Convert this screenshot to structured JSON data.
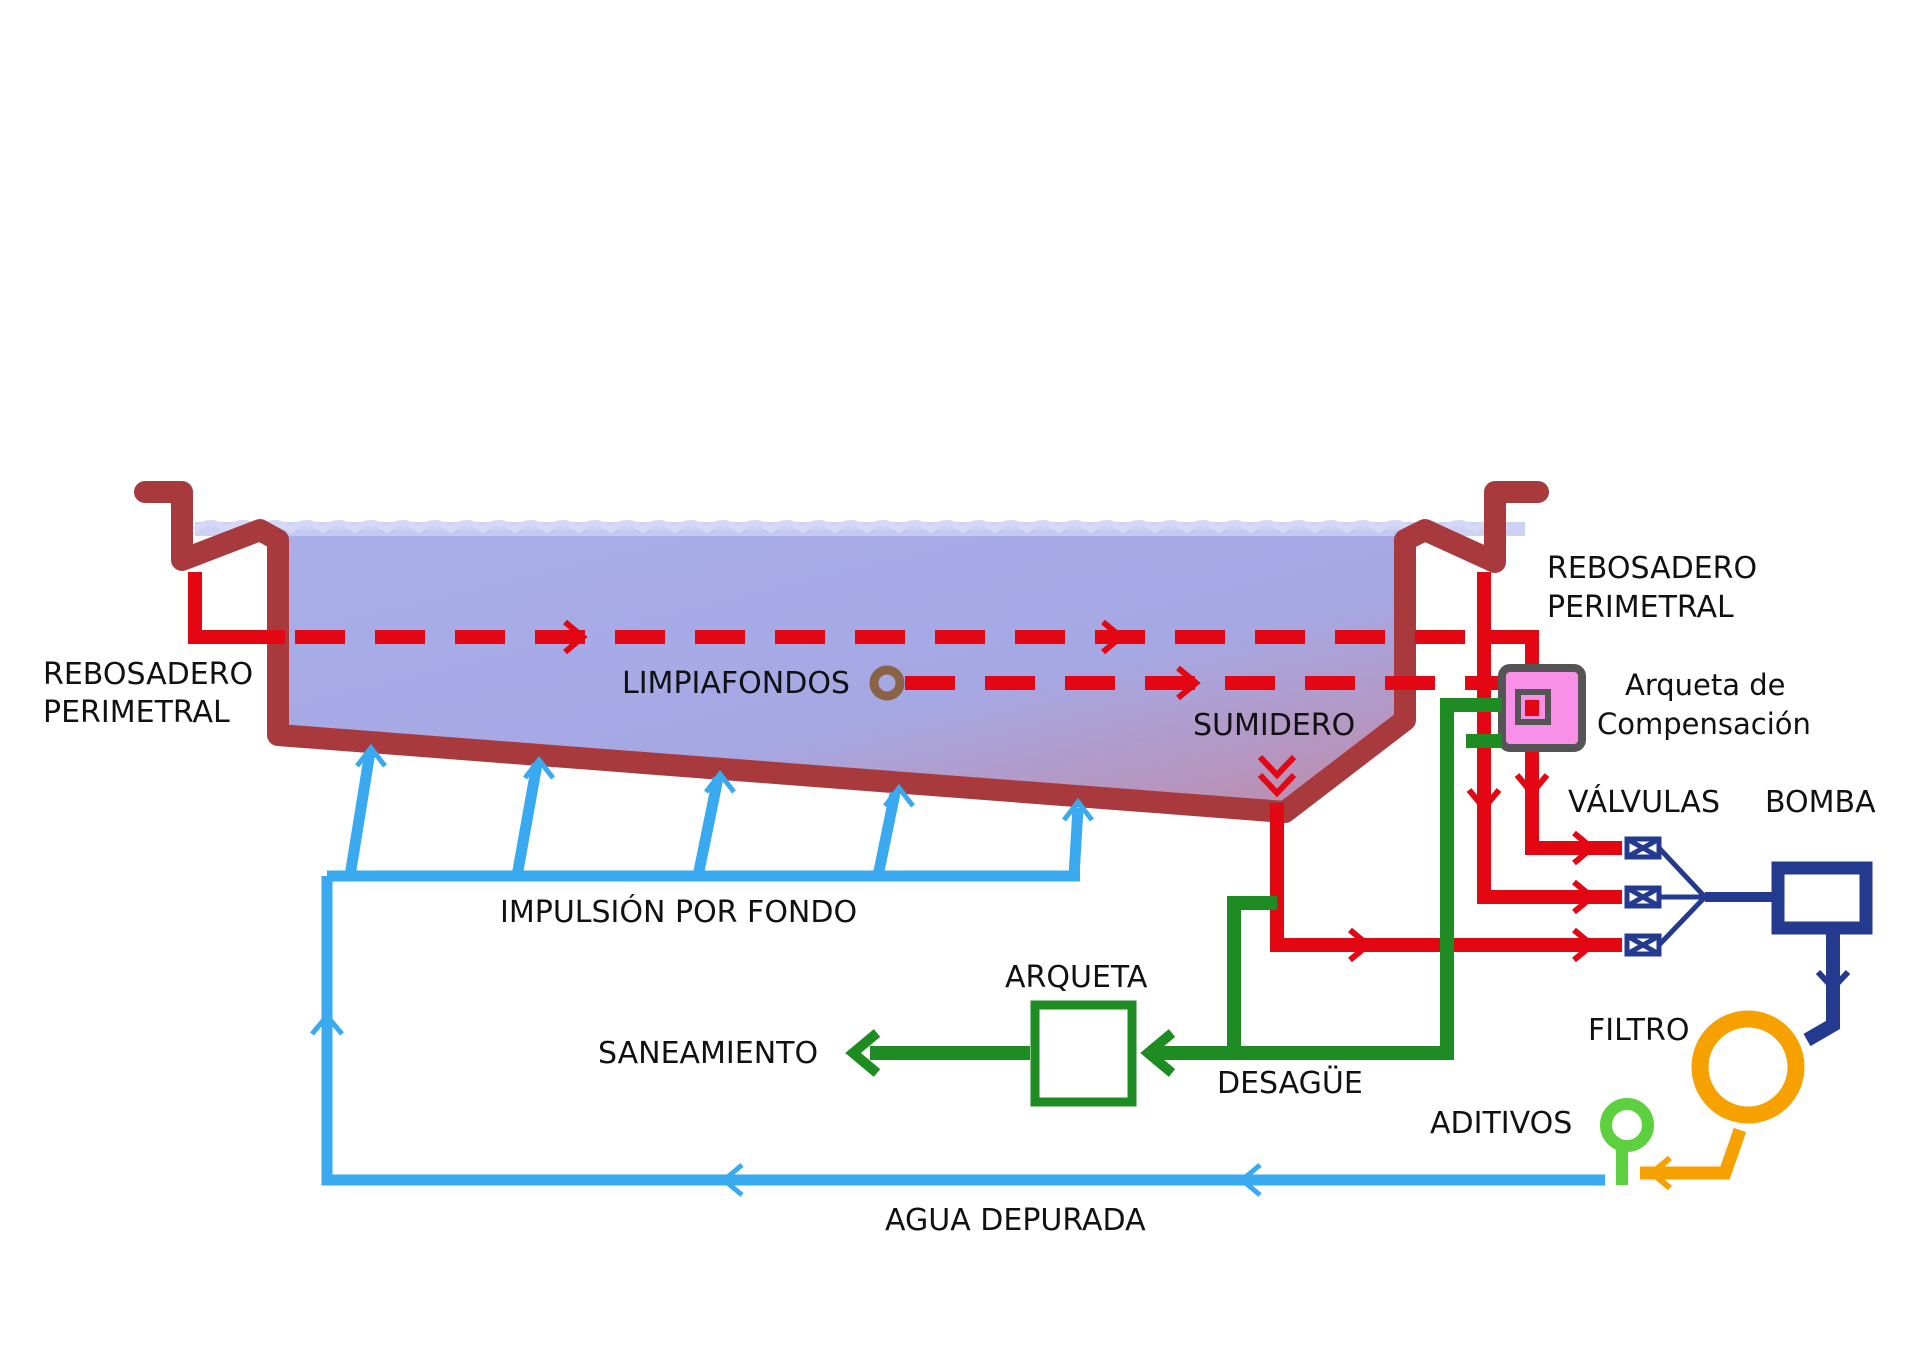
{
  "labels": {
    "rebosadero_left_1": "REBOSADERO",
    "rebosadero_left_2": "PERIMETRAL",
    "rebosadero_right_1": "REBOSADERO",
    "rebosadero_right_2": "PERIMETRAL",
    "limpiafondos": "LIMPIAFONDOS",
    "sumidero": "SUMIDERO",
    "arqueta_comp_1": "Arqueta de",
    "arqueta_comp_2": "Compensación",
    "valvulas": "VÁLVULAS",
    "bomba": "BOMBA",
    "impulsion": "IMPULSIÓN POR FONDO",
    "arqueta": "ARQUETA",
    "saneamiento": "SANEAMIENTO",
    "desague": "DESAGÜE",
    "filtro": "FILTRO",
    "aditivos": "ADITIVOS",
    "agua_depurada": "AGUA DEPURADA"
  },
  "colors": {
    "suction_red": "#e30613",
    "return_blue": "#3aaaf0",
    "drain_green": "#1e8c22",
    "pump_navy": "#233a8f",
    "filter_orange": "#f6a100",
    "additive_green": "#5cd03e",
    "pool_wall": "#a83a3d",
    "water": "#a6acea",
    "arqueta_pink": "#f890e8",
    "limpiafondos_brown": "#8a6347"
  }
}
